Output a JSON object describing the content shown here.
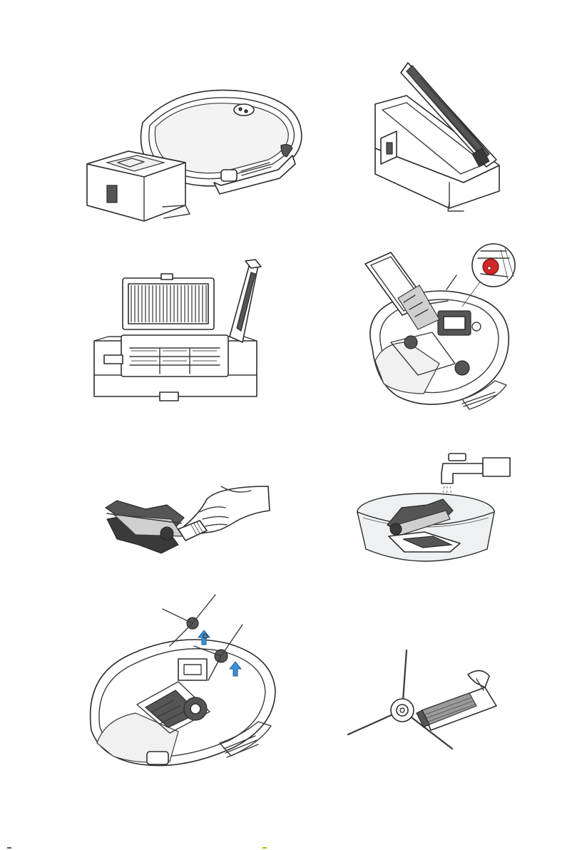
{
  "page": {
    "kind": "manual-illustration-sheet",
    "text": []
  },
  "figures": [
    {
      "id": "dustbin-removal",
      "row": 1,
      "column": "left"
    },
    {
      "id": "dustbin-lid-open",
      "row": 1,
      "column": "right"
    },
    {
      "id": "filter-removal",
      "row": 2,
      "column": "left"
    },
    {
      "id": "main-brush-removal",
      "row": 2,
      "column": "right"
    },
    {
      "id": "brush-cleaning-tool",
      "row": 3,
      "column": "left"
    },
    {
      "id": "brush-rinse-under-tap",
      "row": 3,
      "column": "right"
    },
    {
      "id": "side-brush-install",
      "row": 4,
      "column": "left"
    },
    {
      "id": "side-brush-and-cleaning-tool",
      "row": 4,
      "column": "right"
    }
  ],
  "colors": {
    "line": "#2c2c2c",
    "fill_grey": "#cfcfcf",
    "fill_dark": "#555555",
    "accent_red": "#d0282a",
    "accent_blue": "#3b8fd6",
    "water_tint": "#eef1f2"
  }
}
